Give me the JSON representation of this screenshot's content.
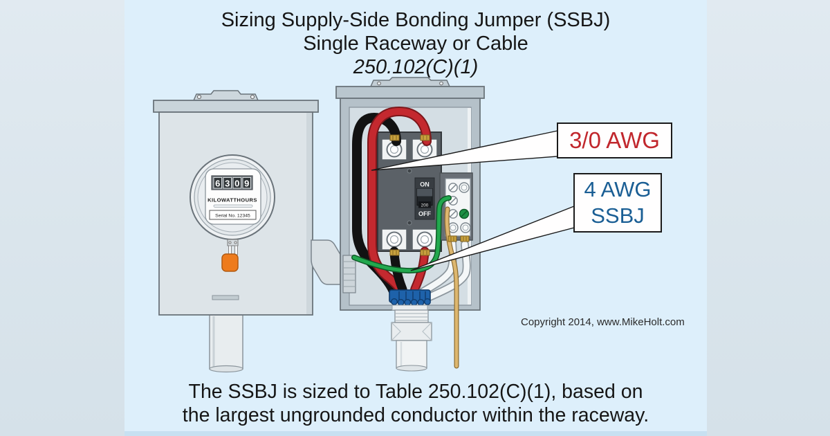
{
  "title": {
    "line1": "Sizing Supply-Side Bonding Jumper (SSBJ)",
    "line2": "Single Raceway or Cable",
    "line3": "250.102(C)(1)"
  },
  "caption": {
    "line1": "The SSBJ is sized to Table 250.102(C)(1), based on",
    "line2": "the largest ungrounded conductor within the raceway."
  },
  "copyright": "Copyright 2014, www.MikeHolt.com",
  "callouts": {
    "ungrounded": {
      "label": "3/0 AWG"
    },
    "ssbj": {
      "line1": "4 AWG",
      "line2": "SSBJ"
    }
  },
  "meter": {
    "digit1": "6",
    "digit2": "3",
    "digit3": "0",
    "digit4": "9",
    "units_label": "KILOWATTHOURS",
    "serial_label": "Serial No. 12345"
  },
  "breaker": {
    "on_label": "ON",
    "rating_label": "200",
    "off_label": "OFF"
  },
  "colors": {
    "background_outer": "#dae5ec",
    "background_inner": "#ddeffb",
    "bottom_strip": "#c7e0f1",
    "label_red": "#c1272d",
    "label_blue": "#1a5e94",
    "wire_black": "#121212",
    "wire_red": "#c4292f",
    "wire_green": "#22a84e",
    "wire_neutral": "#f4f7f8",
    "wire_tan": "#ddb76f",
    "locknut_blue": "#1e62aa",
    "seal_orange": "#ee7b1c",
    "enclosure_gray": "#dde4e8",
    "breaker_gray": "#5b6167",
    "green_screw": "#1d9044"
  }
}
